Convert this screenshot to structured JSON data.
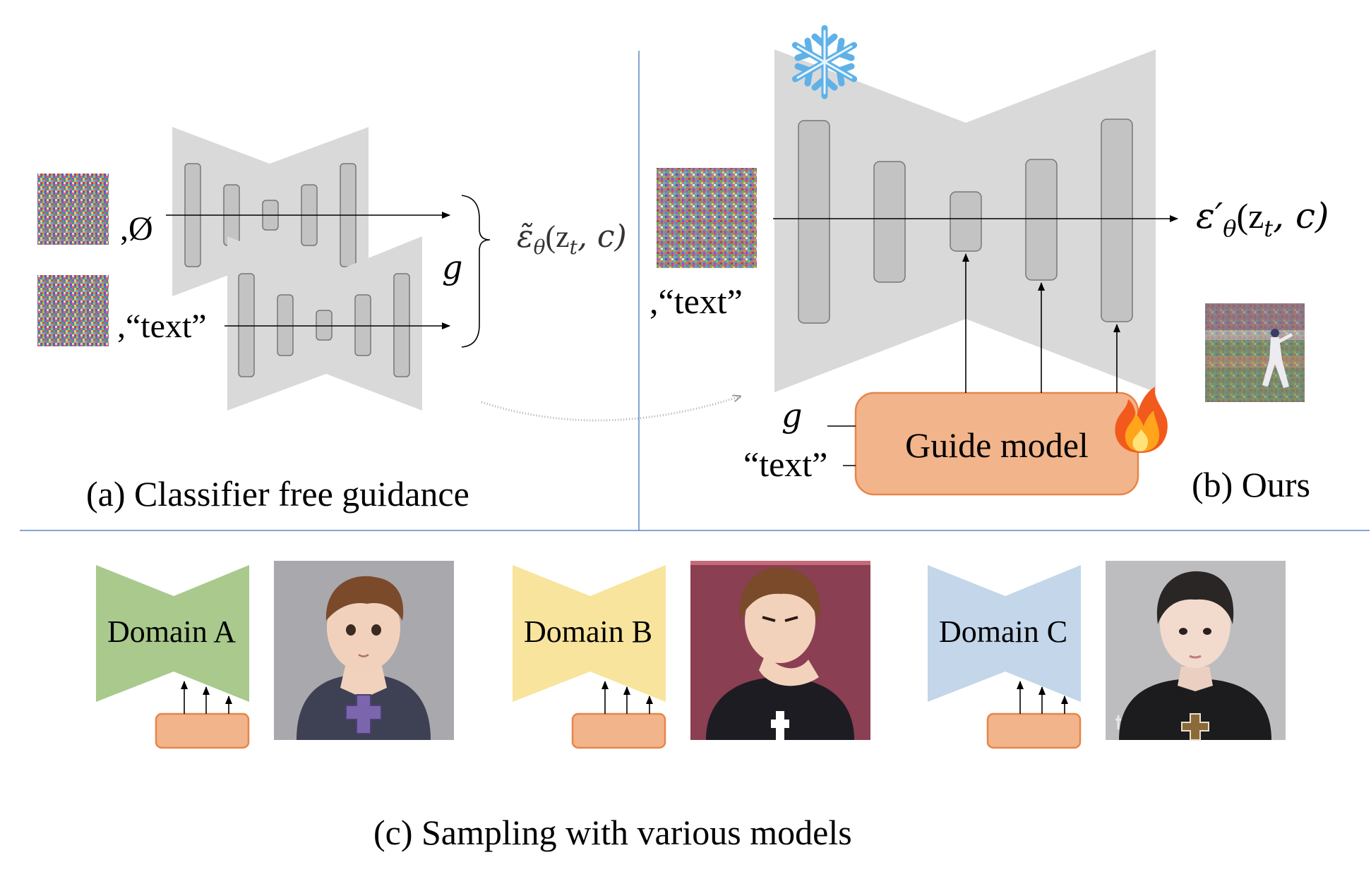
{
  "panel_a": {
    "caption": "(a) Classifier free guidance",
    "null_token": ",Ø",
    "text_token": ",“text”",
    "g_label": "g",
    "output_eps": "ε̃",
    "output_sub": "θ",
    "output_args": "(z",
    "output_args_sub": "t",
    "output_args_end": ", c)"
  },
  "panel_b": {
    "caption": "(b) Ours",
    "text_token": ",“text”",
    "g_label": "g",
    "text_input": "“text”",
    "guide_model_label": "Guide model",
    "output_eps": "ε′",
    "output_sub": "θ",
    "output_args": "(z",
    "output_args_sub": "t",
    "output_args_end": ", c)",
    "frozen_icon": "snowflake-icon",
    "trainable_icon": "fire-icon",
    "guide_color": "#F2B48A",
    "guide_stroke": "#E7854A"
  },
  "panel_c": {
    "caption": "(c) Sampling with various models",
    "domains": [
      {
        "label": "Domain A",
        "color": "#A9C98D"
      },
      {
        "label": "Domain B",
        "color": "#F8E49C"
      },
      {
        "label": "Domain C",
        "color": "#C3D6EA"
      }
    ]
  }
}
